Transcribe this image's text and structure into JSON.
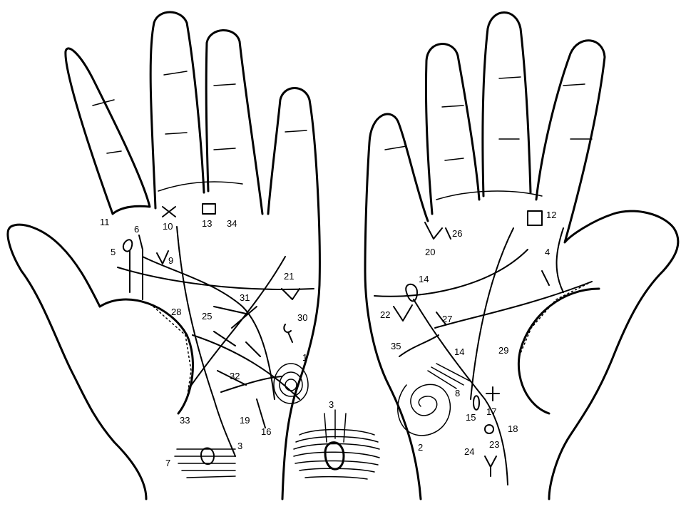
{
  "colors": {
    "ink": "#000000",
    "paper": "#ffffff"
  },
  "left_hand_labels": [
    "1",
    "3",
    "5",
    "6",
    "7",
    "9",
    "10",
    "11",
    "13",
    "16",
    "19",
    "21",
    "25",
    "28",
    "30",
    "31",
    "32",
    "33",
    "34"
  ],
  "center_label": "3",
  "right_hand_labels": [
    "2",
    "4",
    "8",
    "12",
    "14",
    "14",
    "15",
    "17",
    "18",
    "20",
    "22",
    "23",
    "24",
    "26",
    "27",
    "29",
    "35"
  ]
}
